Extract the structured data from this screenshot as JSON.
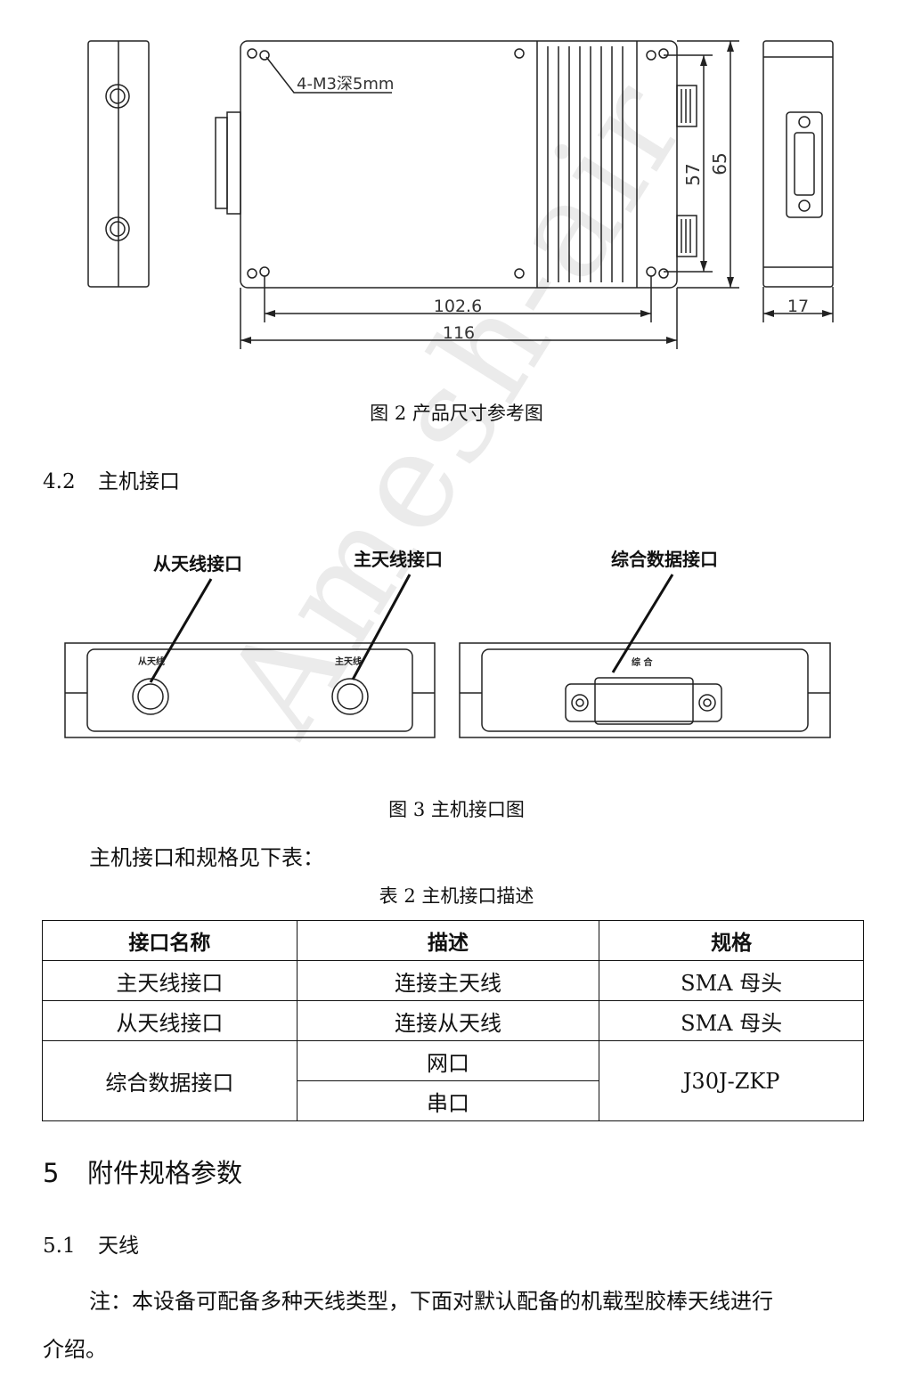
{
  "figure2": {
    "annotations": {
      "holes": "4-M3深5mm",
      "dim_height_inner": "57",
      "dim_height_outer": "65",
      "dim_length_inner": "102.6",
      "dim_length_outer": "116",
      "dim_depth": "17"
    },
    "caption": "图 2  产品尺寸参考图"
  },
  "section_4_2": {
    "number": "4.2",
    "title": "主机接口"
  },
  "figure3": {
    "callouts": {
      "secondary_antenna": "从天线接口",
      "main_antenna": "主天线接口",
      "data_port": "综合数据接口"
    },
    "panel_labels": {
      "secondary": "从天线",
      "main": "主天线",
      "data": "综 合"
    },
    "caption": "图 3  主机接口图"
  },
  "intro_text": "主机接口和规格见下表：",
  "table2": {
    "caption": "表 2  主机接口描述",
    "headers": [
      "接口名称",
      "描述",
      "规格"
    ],
    "rows": [
      {
        "name": "主天线接口",
        "desc": "连接主天线",
        "spec": "SMA 母头"
      },
      {
        "name": "从天线接口",
        "desc": "连接从天线",
        "spec": "SMA 母头"
      }
    ],
    "merged_row": {
      "name": "综合数据接口",
      "desc1": "网口",
      "desc2": "串口",
      "spec": "J30J-ZKP"
    }
  },
  "section_5": {
    "number": "5",
    "title": "附件规格参数"
  },
  "section_5_1": {
    "number": "5.1",
    "title": "天线"
  },
  "note": {
    "line1": "注：本设备可配备多种天线类型，下面对默认配备的机载型胶棒天线进行",
    "line2": "介绍。"
  },
  "watermark": "Amesh-air"
}
